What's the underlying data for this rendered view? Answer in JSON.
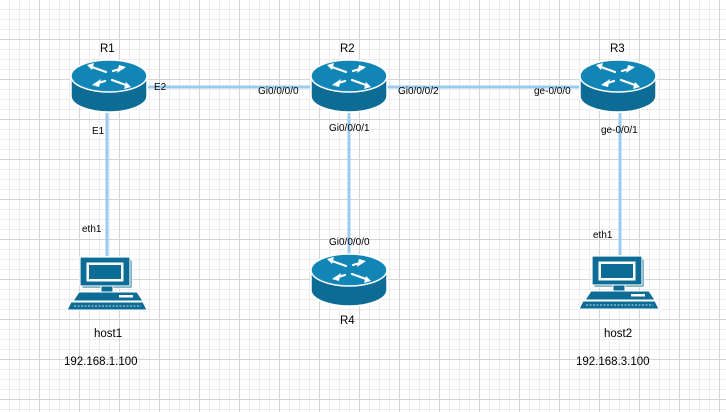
{
  "colors": {
    "link": "#99ccf0",
    "router_body": "#0c6c95",
    "router_top": "#1186b6",
    "router_edge": "#ffffff",
    "pc_body": "#0c6c95"
  },
  "icons": {
    "router": "router-icon",
    "host": "desktop-computer-icon"
  },
  "routers": {
    "r1": {
      "name": "R1"
    },
    "r2": {
      "name": "R2"
    },
    "r3": {
      "name": "R3"
    },
    "r4": {
      "name": "R4"
    }
  },
  "hosts": {
    "host1": {
      "name": "host1",
      "ip": "192.168.1.100"
    },
    "host2": {
      "name": "host2",
      "ip": "192.168.3.100"
    }
  },
  "interfaces": {
    "r1_e2": "E2",
    "r1_e1": "E1",
    "r2_gi000": "Gi0/0/0/0",
    "r2_gi002": "Gi0/0/0/2",
    "r2_gi001": "Gi0/0/0/1",
    "r3_ge000": "ge-0/0/0",
    "r3_ge001": "ge-0/0/1",
    "r4_gi000": "Gi0/0/0/0",
    "host1_eth1": "eth1",
    "host2_eth1": "eth1"
  }
}
